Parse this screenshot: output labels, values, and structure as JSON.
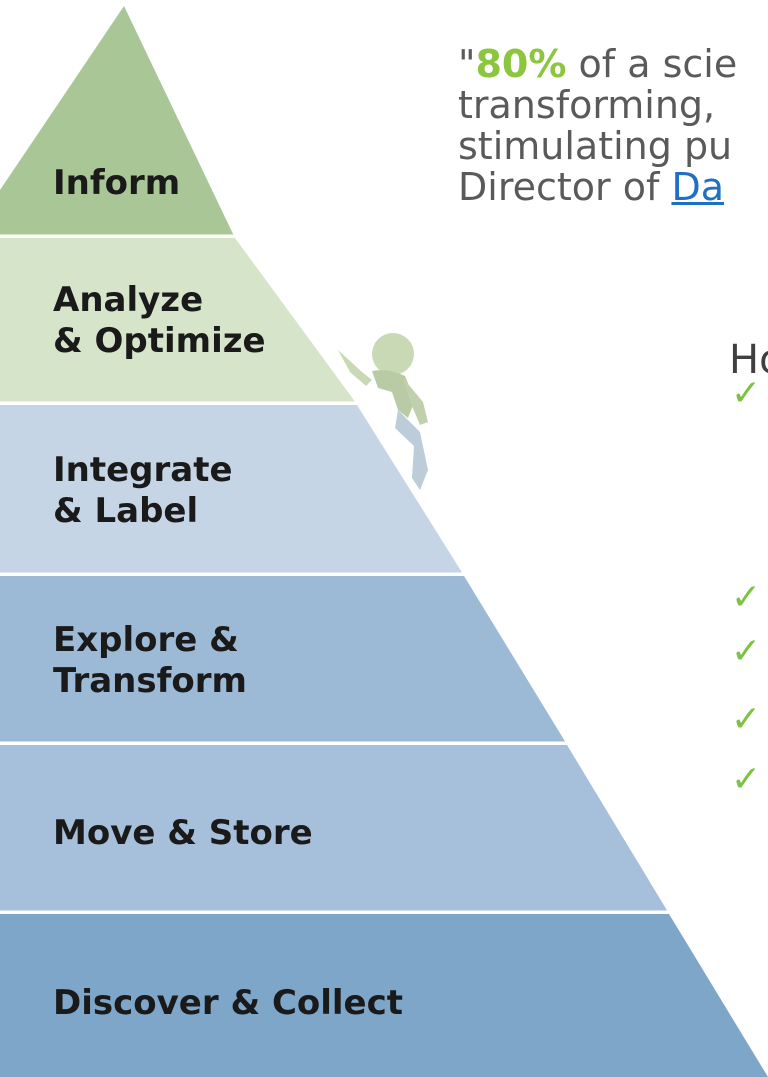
{
  "pyramid": {
    "tiers": [
      {
        "label": "Inform",
        "color": "#a9c796"
      },
      {
        "label": "Analyze\n& Optimize",
        "color": "#d6e4c9"
      },
      {
        "label": "Integrate\n& Label",
        "color": "#c6d5e5"
      },
      {
        "label": "Explore &\nTransform",
        "color": "#9cb9d5"
      },
      {
        "label": "Move & Store",
        "color": "#a6bfda"
      },
      {
        "label": "Discover & Collect",
        "color": "#7ea6c9"
      }
    ]
  },
  "quote": {
    "open": "\"",
    "highlight": "80%",
    "line1_rest": " of a scie",
    "line2": "transforming,",
    "line3": "stimulating pu",
    "line4_prefix": "Director of ",
    "link_text": "Da"
  },
  "aside": {
    "heading": "Ho",
    "check_count": 5
  },
  "colors": {
    "accent_green": "#8cc63f",
    "link_blue": "#1f6fc5",
    "checkmark_green": "#7dc242"
  }
}
